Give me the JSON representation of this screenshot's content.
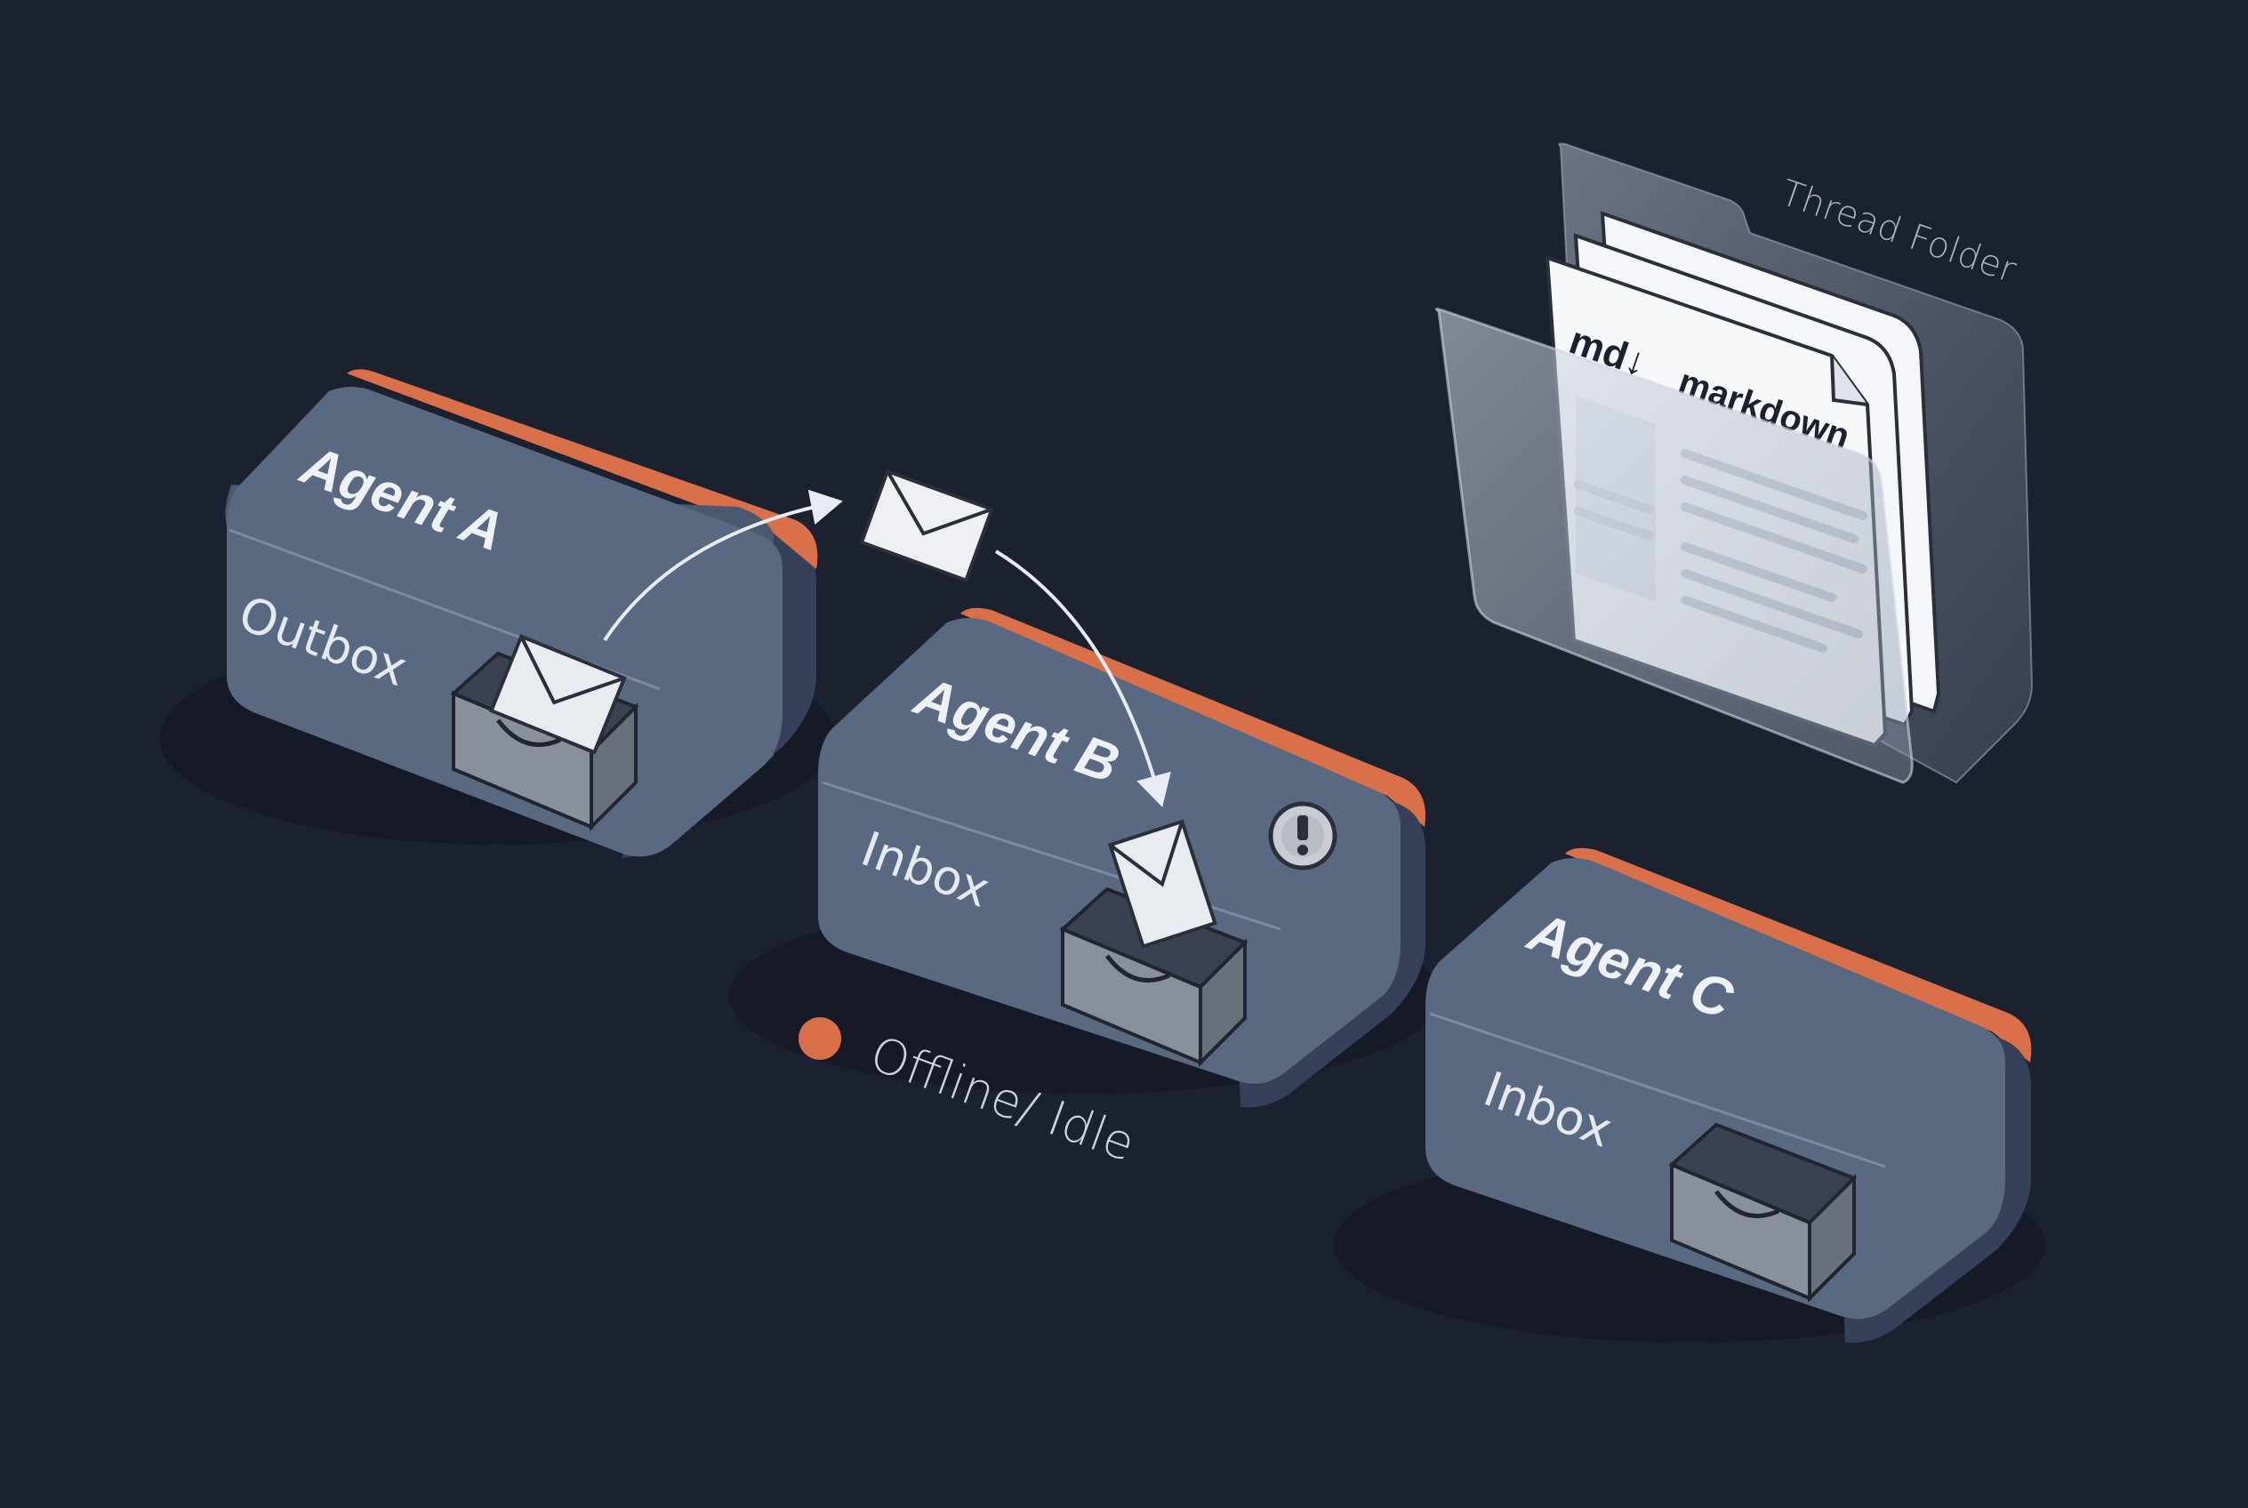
{
  "agents": [
    {
      "id": "a",
      "title": "Agent A",
      "box_label": "Outbox",
      "has_envelope": true
    },
    {
      "id": "b",
      "title": "Agent B",
      "box_label": "Inbox",
      "has_envelope": true,
      "alert_icon": "exclamation-icon"
    },
    {
      "id": "c",
      "title": "Agent C",
      "box_label": "Inbox",
      "has_envelope": false
    }
  ],
  "flow_envelope_icon": "envelope-icon",
  "legend": {
    "label": "Offline/ Idle",
    "color": "#d9704a"
  },
  "thread_folder": {
    "label": "Thread Folder",
    "doc_badge": "md↓",
    "doc_label": "markdown"
  },
  "colors": {
    "background": "#1c2130",
    "accent": "#d9704a",
    "box_top": "#5d6c84",
    "box_front": "#4a5870",
    "box_side": "#36405a"
  }
}
